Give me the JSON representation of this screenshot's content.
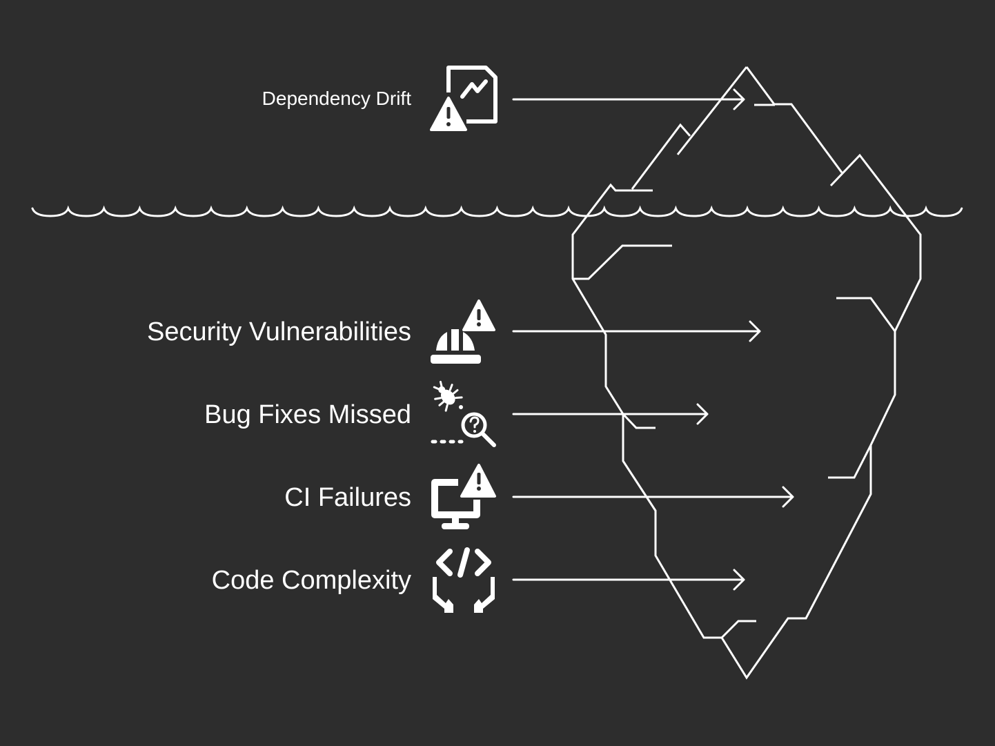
{
  "diagram": {
    "type": "iceberg",
    "colors": {
      "background": "#2d2d2d",
      "stroke": "#ffffff",
      "text": "#ffffff"
    },
    "above_water": [
      {
        "label": "Dependency Drift",
        "icon": "file-chart-warning-icon"
      }
    ],
    "below_water": [
      {
        "label": "Security Vulnerabilities",
        "icon": "hardhat-warning-icon"
      },
      {
        "label": "Bug Fixes Missed",
        "icon": "bug-search-icon"
      },
      {
        "label": "CI Failures",
        "icon": "monitor-warning-icon"
      },
      {
        "label": "Code Complexity",
        "icon": "code-hands-icon"
      }
    ]
  }
}
